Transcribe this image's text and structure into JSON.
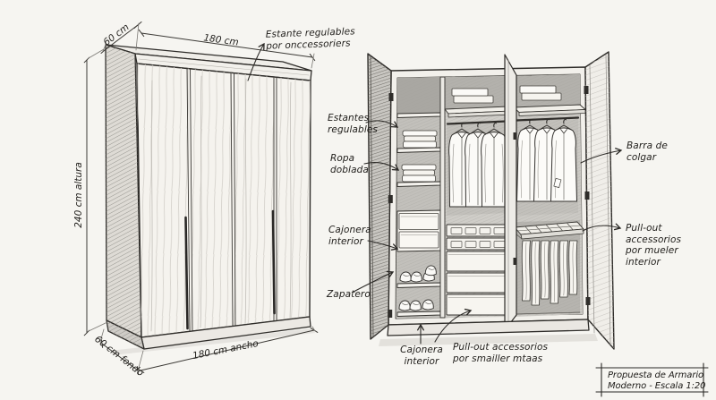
{
  "meta": {
    "paper_color": "#f6f5f1",
    "ink_color": "#2e2c29",
    "shade_color": "#c2c0bb"
  },
  "left_view": {
    "callout_shelf": {
      "line1": "Estante regulables",
      "line2": "por onccessoriers"
    },
    "dim_depth_top": "60 cm",
    "dim_width_top": "180 cm",
    "dim_height": "240 cm altura",
    "dim_depth_bottom": "60 cm fondo",
    "dim_width_bottom": "180 cm ancho"
  },
  "right_view": {
    "callout_estantes": {
      "line1": "Estantes",
      "line2": "regulables"
    },
    "callout_ropa": {
      "line1": "Ropa",
      "line2": "doblada"
    },
    "callout_cajonera_left": {
      "line1": "Cajonera",
      "line2": "interior"
    },
    "callout_zapatero": "Zapatero",
    "callout_barra": {
      "line1": "Barra de",
      "line2": "colgar"
    },
    "callout_pullout_right": {
      "line1": "Pull-out",
      "line2": "accessorios",
      "line3": "por mueler",
      "line4": "interior"
    },
    "callout_cajonera_bottom": {
      "line1": "Cajonera",
      "line2": "interior"
    },
    "callout_pullout_bottom": {
      "line1": "Pull-out accessorios",
      "line2": "por smailler mtaas"
    }
  },
  "title_block": {
    "line1": "Propuesta de Armario",
    "line2": "Moderno - Escala 1:20"
  }
}
